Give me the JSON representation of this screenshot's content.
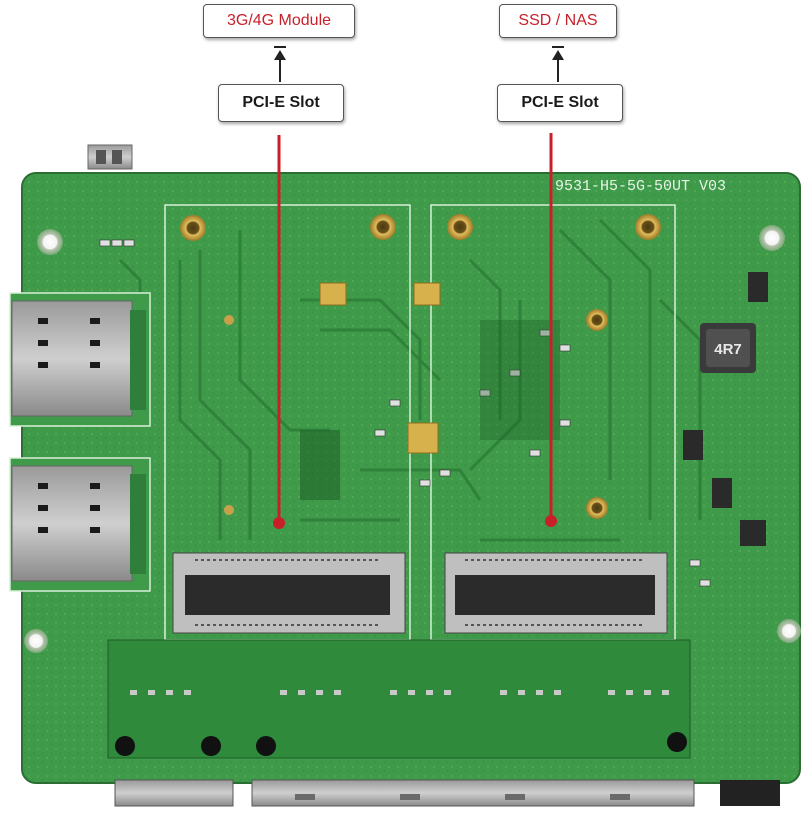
{
  "labels": {
    "left_module": "3G/4G Module",
    "right_module": "SSD / NAS",
    "left_slot": "PCI-E Slot",
    "right_slot": "PCI-E Slot"
  },
  "board": {
    "silkscreen": "9531-H5-5G-50UT  V03",
    "inductor_marking": "4R7"
  },
  "colors": {
    "pcb_green": "#3f9a4a",
    "pcb_dark": "#2f7f3a",
    "callout_red": "#c8202a",
    "copper": "#c9a04a"
  }
}
